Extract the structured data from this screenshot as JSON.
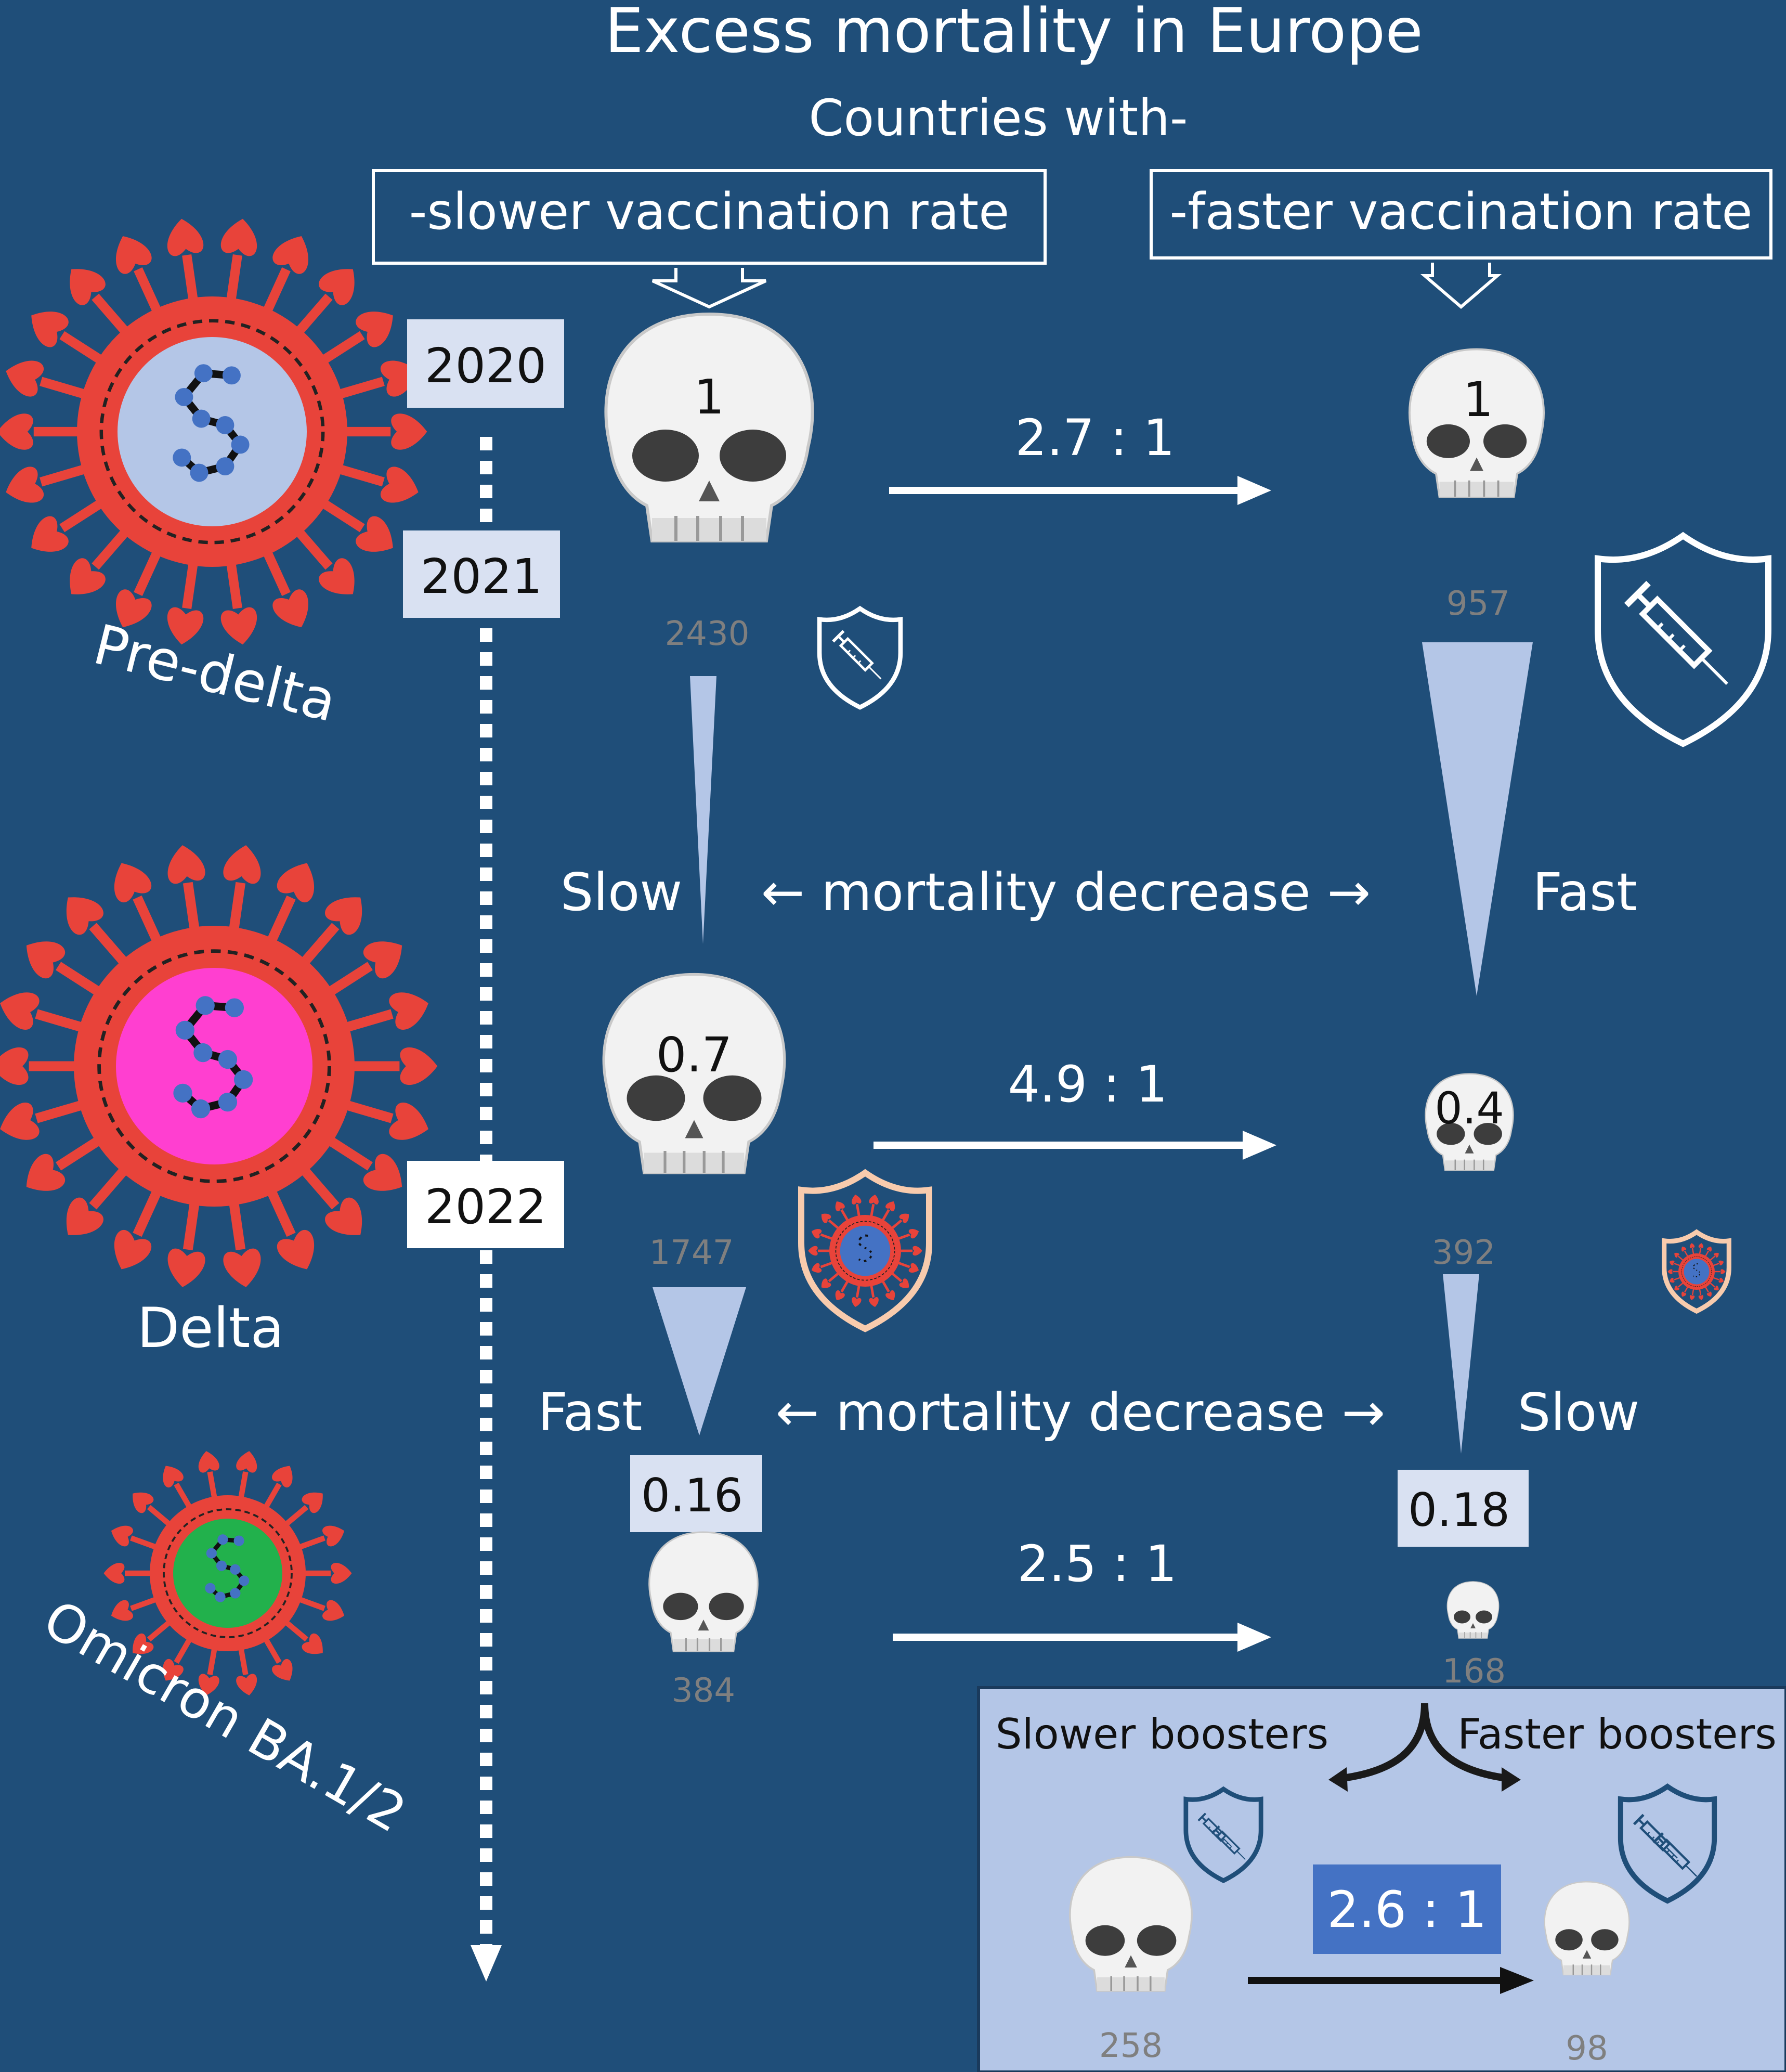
{
  "title": "Excess mortality in Europe",
  "subtitle": "Countries with-",
  "groups": {
    "slower": "-slower vaccination rate",
    "faster": "-faster vaccination rate"
  },
  "years": [
    "2020",
    "2021",
    "2022"
  ],
  "variants": {
    "predelta": "Pre-delta",
    "delta": "Delta",
    "omicron": "Omicron BA.1/2"
  },
  "predelta": {
    "slower_index": "1",
    "slower_count": "2430",
    "faster_index": "1",
    "faster_count": "957",
    "ratio": "2.7 : 1"
  },
  "decrease1": {
    "left": "Slow",
    "middle": "← mortality decrease →",
    "right": "Fast"
  },
  "delta": {
    "slower_index": "0.7",
    "slower_count": "1747",
    "faster_index": "0.4",
    "faster_count": "392",
    "ratio": "4.9 : 1"
  },
  "decrease2": {
    "left": "Fast",
    "middle": "← mortality decrease →",
    "right": "Slow"
  },
  "omicron": {
    "slower_index": "0.16",
    "slower_count": "384",
    "faster_index": "0.18",
    "faster_count": "168",
    "ratio": "2.5 : 1"
  },
  "boosters": {
    "slower": "Slower boosters",
    "faster": "Faster boosters",
    "ratio": "2.6 : 1",
    "slower_count": "258",
    "faster_count": "98"
  },
  "colors": {
    "background": "#1f4e79",
    "virus_red": "#e8433a",
    "predelta_core": "#b4c6e7",
    "delta_core": "#ff3fd0",
    "omicron_core": "#22b14c",
    "wedge": "#b4c6e7",
    "booster_panel": "#b4c6e7",
    "ratio_box": "#4472c4",
    "count_text": "#7f7f7f"
  }
}
